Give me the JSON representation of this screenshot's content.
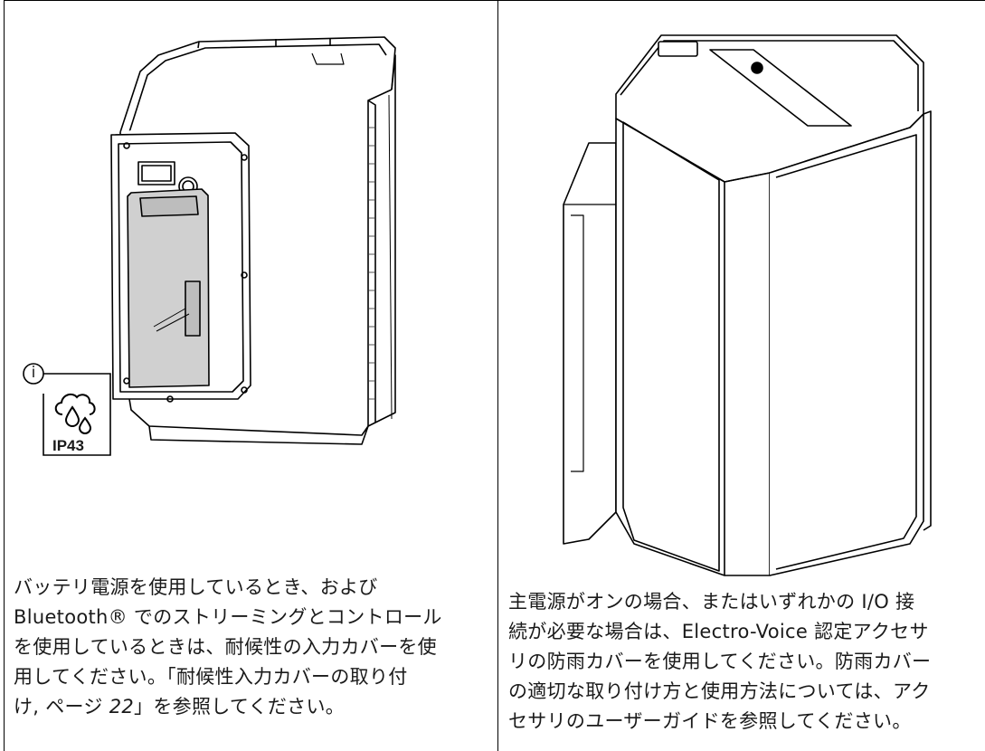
{
  "left_cell": {
    "badge": {
      "info_glyph": "i",
      "rating_label": "IP43",
      "icon": "cloud-rain-icon"
    },
    "caption_lines": [
      "バッテリ電源を使用しているとき、および",
      "Bluetooth® でのストリーミングとコントロール",
      "を使用しているときは、耐候性の入力カバーを使",
      "用してください。「耐候性入力カバーの取り付"
    ],
    "caption_last_prefix": "け, ページ ",
    "caption_page_ref": "22",
    "caption_last_suffix": "」を参照してください。",
    "figure_label": "speaker-with-input-cover"
  },
  "right_cell": {
    "caption_lines": [
      "主電源がオンの場合、またはいずれかの I/O 接",
      "続が必要な場合は、Electro-Voice 認定アクセサ",
      "リの防雨カバーを使用してください。防雨カバー",
      "の適切な取り付け方と使用方法については、アク",
      "セサリのユーザーガイドを参照してください。"
    ],
    "figure_label": "speaker-with-rain-cover"
  },
  "colors": {
    "line": "#000000",
    "panel_fill": "#d0d0d0",
    "text": "#1a1a1a"
  }
}
